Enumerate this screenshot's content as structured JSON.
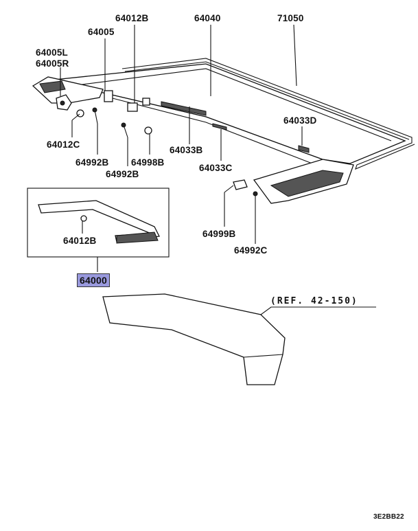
{
  "diagram": {
    "labels": {
      "p64012B_top": "64012B",
      "p64040": "64040",
      "p71050": "71050",
      "p64005": "64005",
      "p64005L": "64005L",
      "p64005R": "64005R",
      "p64033D": "64033D",
      "p64012C": "64012C",
      "p64992B_left": "64992B",
      "p64998B": "64998B",
      "p64033B": "64033B",
      "p64992B_mid": "64992B",
      "p64033C": "64033C",
      "p64012B_inset": "64012B",
      "p64999B": "64999B",
      "p64992C": "64992C",
      "p64000": "64000",
      "ref": "(REF. 42-150)",
      "code": "3E2BB22"
    },
    "colors": {
      "highlight": "#9999dd",
      "line": "#111111"
    }
  }
}
